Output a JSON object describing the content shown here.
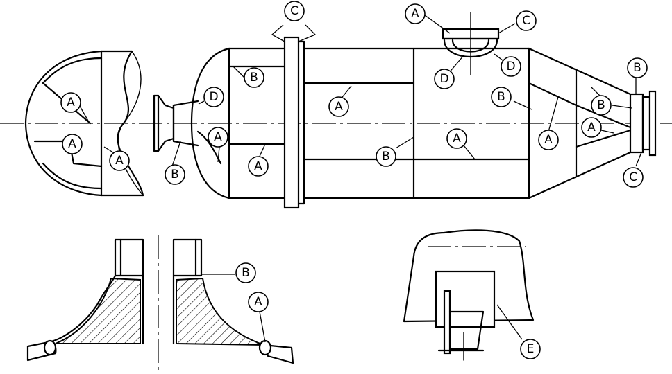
{
  "labels": {
    "A": "A",
    "B": "B",
    "C": "C",
    "D": "D",
    "E": "E"
  }
}
